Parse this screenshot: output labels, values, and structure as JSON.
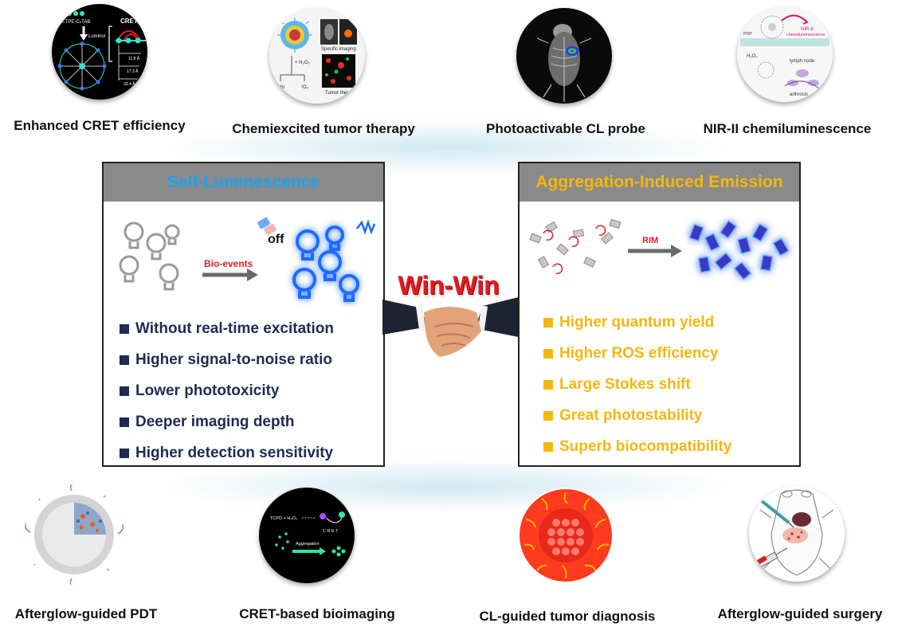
{
  "top_items": [
    {
      "icon": "cret-efficiency-image",
      "caption": "Enhanced CRET efficiency"
    },
    {
      "icon": "chemiexcited-therapy-image",
      "caption": "Chemiexcited tumor therapy"
    },
    {
      "icon": "mouse-cl-probe-image",
      "caption": "Photoactivable CL probe"
    },
    {
      "icon": "nir-ii-lymph-node-image",
      "caption": "NIR-II chemiluminescence"
    }
  ],
  "top_image_text": {
    "cret": "CRET",
    "luminol": "Luminol",
    "tpe": "Cₙ-TPE-CₙTAB",
    "d1": "11.8 Å",
    "d2": "17.3 Å",
    "d3": "33.4 Å",
    "specific": "Specific imaging",
    "tumor": "Tumor therapy",
    "h2o2": "+ H₂O₂",
    "light": "Light",
    "o2": "¹O₂",
    "nir": "NIR-II",
    "chemi": "chemiluminescence",
    "pop": "POP",
    "h2o2b": "H₂O₂",
    "lymph": "lymph node",
    "arthrosis": "arthrosis"
  },
  "left_panel": {
    "title": "Self-Luminescence",
    "title_color": "#1aa3f0",
    "bullet_color": "#1f2a55",
    "text_color": "#1f2a55",
    "off_label": "off",
    "arrow_label": "Bio-events",
    "items": [
      "Without real-time excitation",
      "Higher signal-to-noise ratio",
      "Lower phototoxicity",
      "Deeper imaging depth",
      "Higher detection sensitivity"
    ]
  },
  "center": {
    "label": "Win-Win",
    "color": "#e21b22"
  },
  "right_panel": {
    "title": "Aggregation-Induced Emission",
    "title_color": "#f5b70e",
    "bullet_color": "#f5b70e",
    "text_color": "#f5b70e",
    "arrow_label": "RIM",
    "items": [
      "Higher quantum yield",
      "Higher ROS efficiency",
      "Large Stokes shift",
      "Great photostability",
      "Superb biocompatibility"
    ]
  },
  "bottom_items": [
    {
      "icon": "afterglow-pdt-nanoparticle-image",
      "caption": "Afterglow-guided PDT"
    },
    {
      "icon": "cret-bioimaging-image",
      "caption": "CRET-based bioimaging"
    },
    {
      "icon": "cl-tumor-diagnosis-image",
      "caption": "CL-guided tumor diagnosis"
    },
    {
      "icon": "afterglow-surgery-mouse-image",
      "caption": "Afterglow-guided surgery"
    }
  ],
  "bottom_image_text": {
    "tcpo": "TCPO + H₂O₂",
    "aggregation": "Aggregation",
    "cret": "C R E T"
  }
}
